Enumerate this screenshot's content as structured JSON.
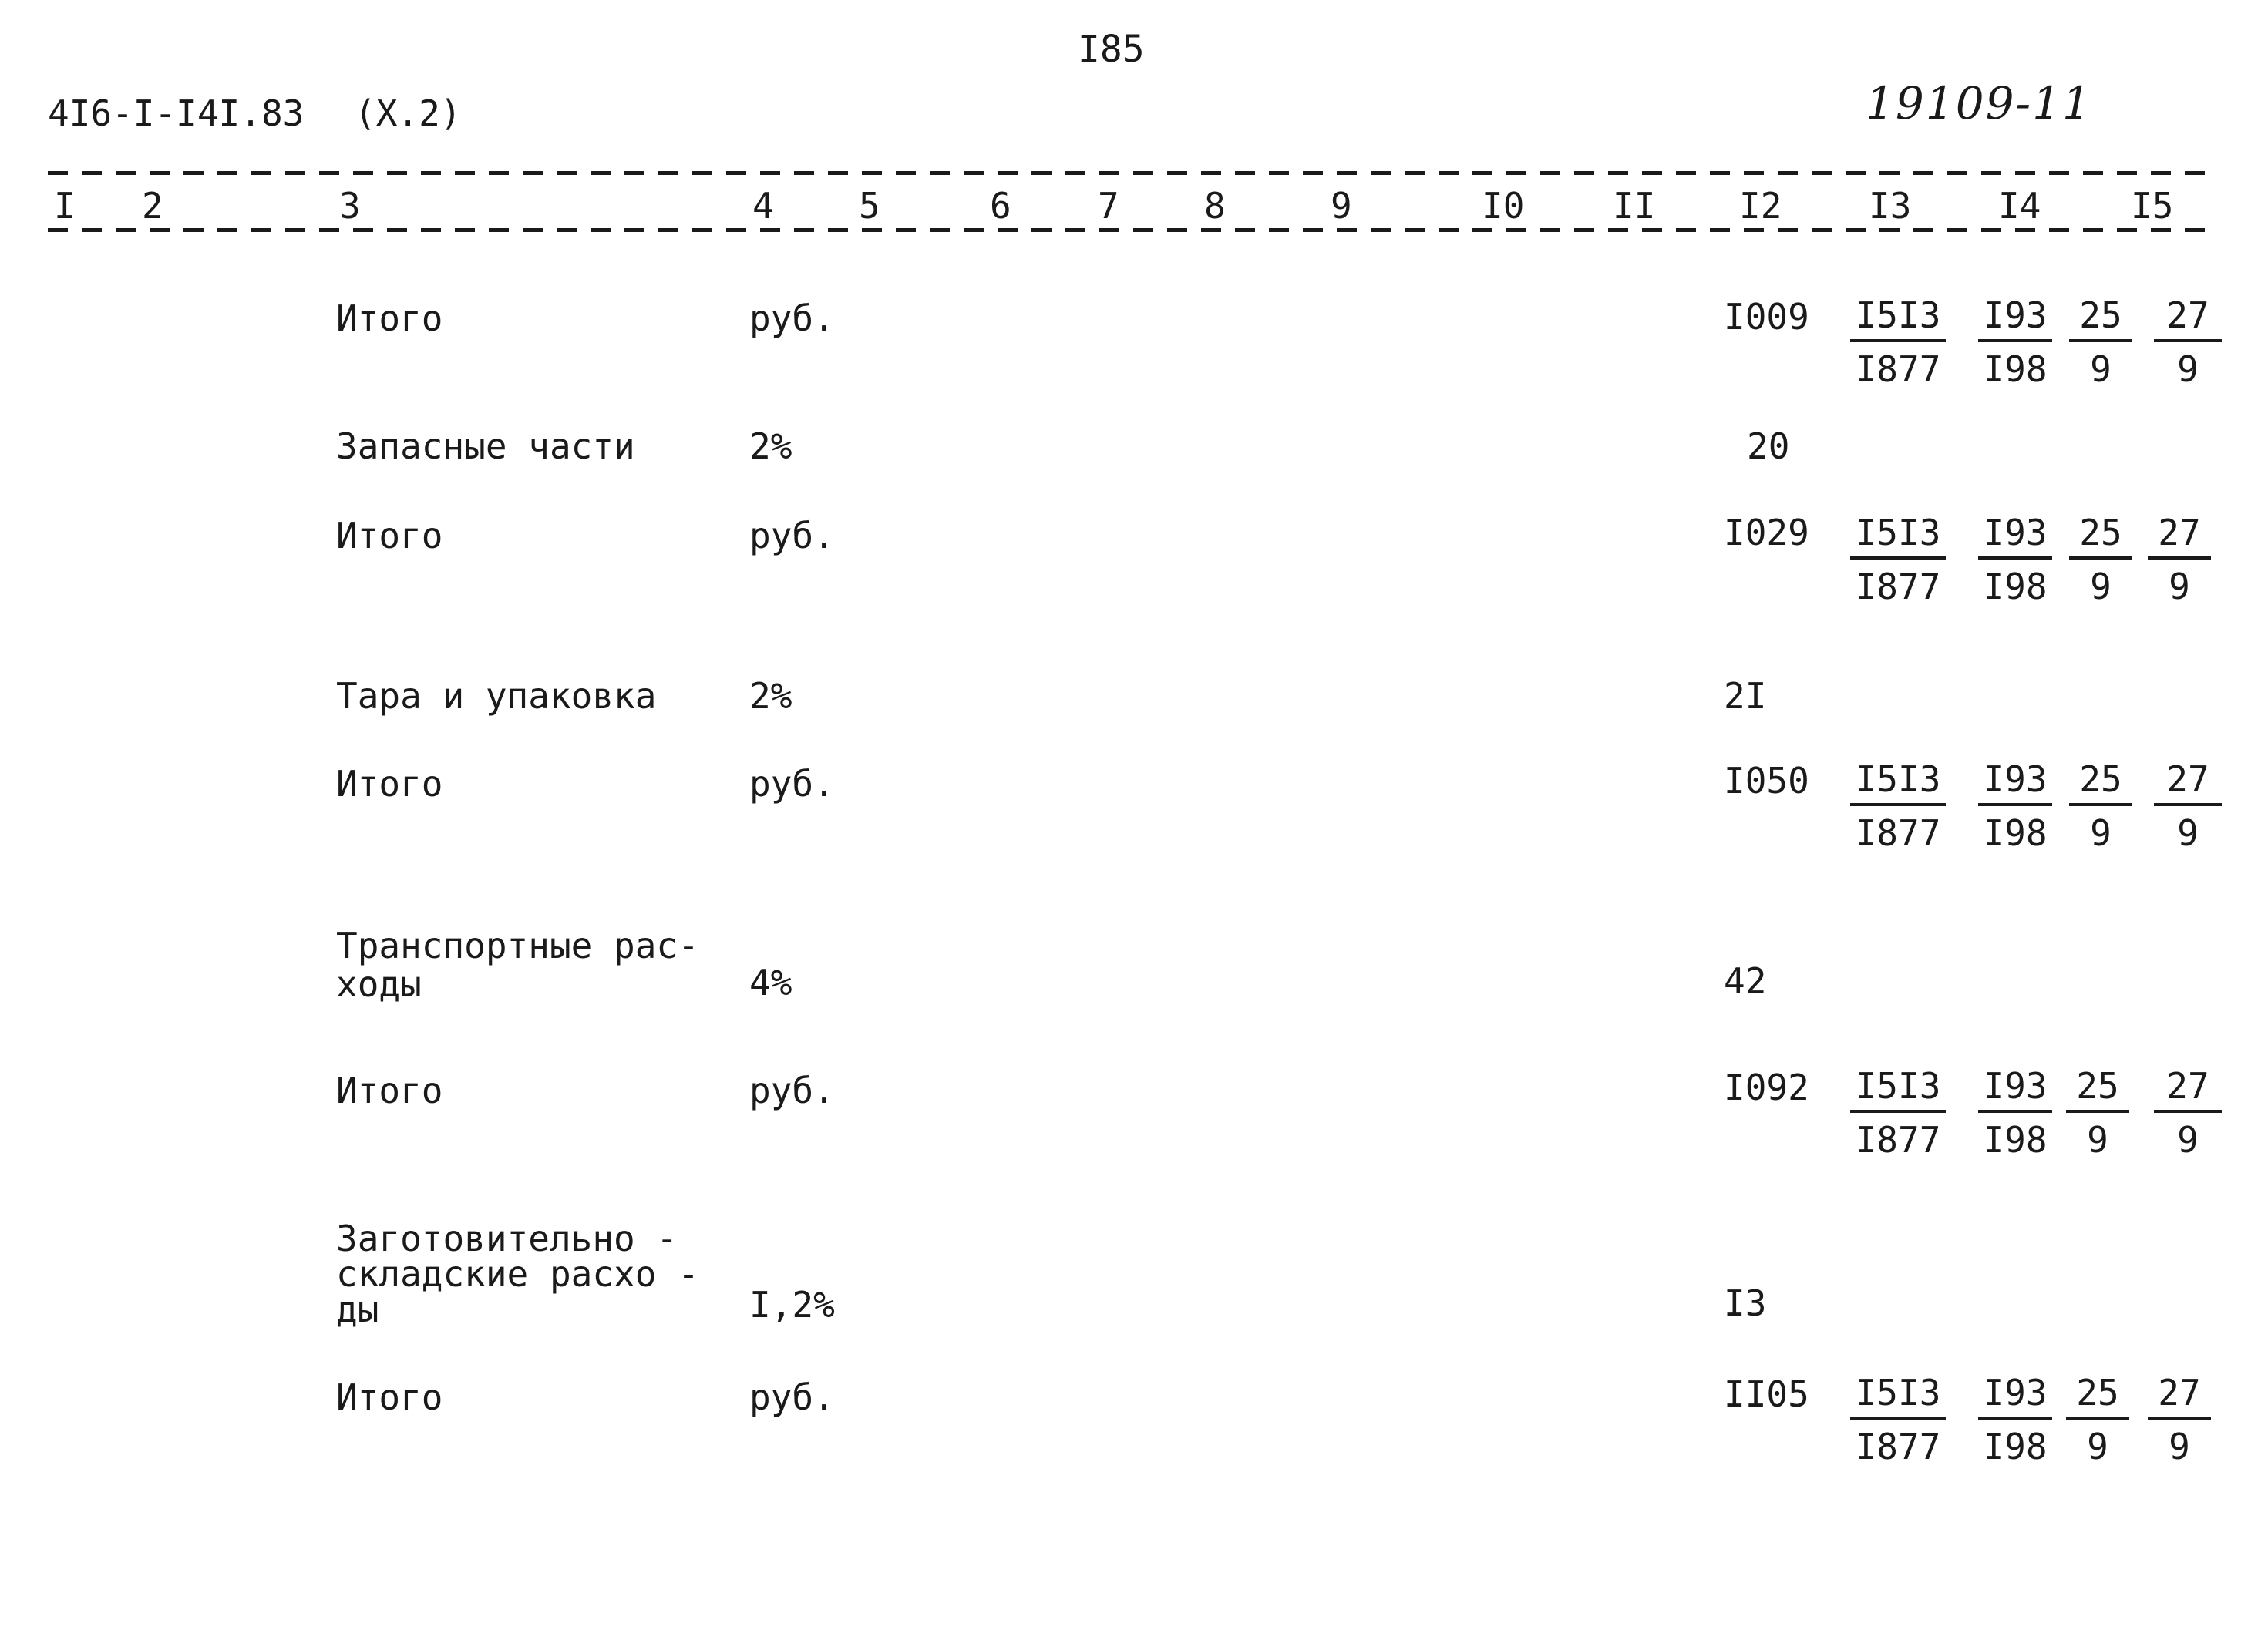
{
  "page_number": "I85",
  "doc_code": "4I6-I-I4I.83",
  "doc_part": "(X.2)",
  "handwritten_number": "19109-11",
  "columns": [
    "I",
    "2",
    "3",
    "4",
    "5",
    "6",
    "7",
    "8",
    "9",
    "I0",
    "II",
    "I2",
    "I3",
    "I4",
    "I5"
  ],
  "rows": [
    {
      "label": "Итого",
      "unit": "руб.",
      "total": "I009",
      "fractions": [
        {
          "num": "I5I3",
          "den": "I877"
        },
        {
          "num": "I93",
          "den": "I98"
        },
        {
          "num": "25",
          "den": "9"
        },
        {
          "num": "27",
          "den": "9"
        }
      ]
    },
    {
      "label": "Запасные части",
      "unit": "2%",
      "total": "20"
    },
    {
      "label": "Итого",
      "unit": "руб.",
      "total": "I029",
      "fractions": [
        {
          "num": "I5I3",
          "den": "I877"
        },
        {
          "num": "I93",
          "den": "I98"
        },
        {
          "num": "25",
          "den": "9"
        },
        {
          "num": "27",
          "den": "9"
        }
      ]
    },
    {
      "label": "Тара и упаковка",
      "unit": "2%",
      "total": "2I"
    },
    {
      "label": "Итого",
      "unit": "руб.",
      "total": "I050",
      "fractions": [
        {
          "num": "I5I3",
          "den": "I877"
        },
        {
          "num": "I93",
          "den": "I98"
        },
        {
          "num": "25",
          "den": "9"
        },
        {
          "num": "27",
          "den": "9"
        }
      ]
    },
    {
      "label_lines": [
        "Транспортные рас-",
        "ходы"
      ],
      "unit": "4%",
      "total": "42"
    },
    {
      "label": "Итого",
      "unit": "руб.",
      "total": "I092",
      "fractions": [
        {
          "num": "I5I3",
          "den": "I877"
        },
        {
          "num": "I93",
          "den": "I98"
        },
        {
          "num": "25",
          "den": "9"
        },
        {
          "num": "27",
          "den": "9"
        }
      ]
    },
    {
      "label_lines": [
        "Заготовительно -",
        "складские расхо -",
        "ды"
      ],
      "unit": "I,2%",
      "total": "I3"
    },
    {
      "label": "Итого",
      "unit": "руб.",
      "total": "II05",
      "fractions": [
        {
          "num": "I5I3",
          "den": "I877"
        },
        {
          "num": "I93",
          "den": "I98"
        },
        {
          "num": "25",
          "den": "9"
        },
        {
          "num": "27",
          "den": "9"
        }
      ]
    }
  ]
}
